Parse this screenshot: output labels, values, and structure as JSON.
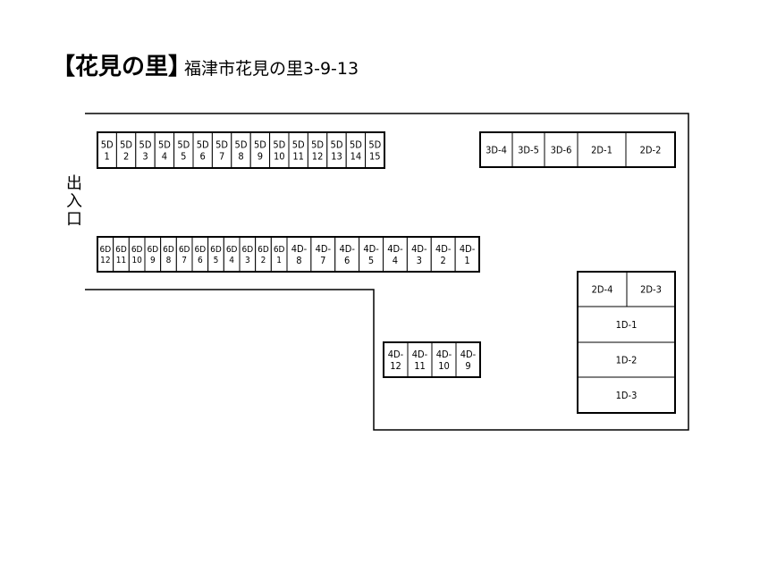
{
  "header": {
    "title": "【花見の里】",
    "address": "福津市花見の里3-9-13"
  },
  "entrance": [
    "出",
    "入",
    "口"
  ],
  "lot": {
    "row_5d": [
      "5D 1",
      "5D 2",
      "5D 3",
      "5D 4",
      "5D 5",
      "5D 6",
      "5D 7",
      "5D 8",
      "5D 9",
      "5D 10",
      "5D 11",
      "5D 12",
      "5D 13",
      "5D 14",
      "5D 15"
    ],
    "row_3d2d": [
      "3D-4",
      "3D-5",
      "3D-6",
      "2D-1",
      "2D-2"
    ],
    "row_6d4d": [
      "6D 12",
      "6D 11",
      "6D 10",
      "6D 9",
      "6D 8",
      "6D 7",
      "6D 6",
      "6D 5",
      "6D 4",
      "6D 3",
      "6D 2",
      "6D 1",
      "4D- 8",
      "4D- 7",
      "4D- 6",
      "4D- 5",
      "4D- 4",
      "4D- 3",
      "4D- 2",
      "4D- 1"
    ],
    "row_4d_lower": [
      "4D- 12",
      "4D- 11",
      "4D- 10",
      "4D- 9"
    ],
    "block_2d_1d": [
      "2D-4",
      "2D-3",
      "1D-1",
      "1D-2",
      "1D-3"
    ]
  }
}
